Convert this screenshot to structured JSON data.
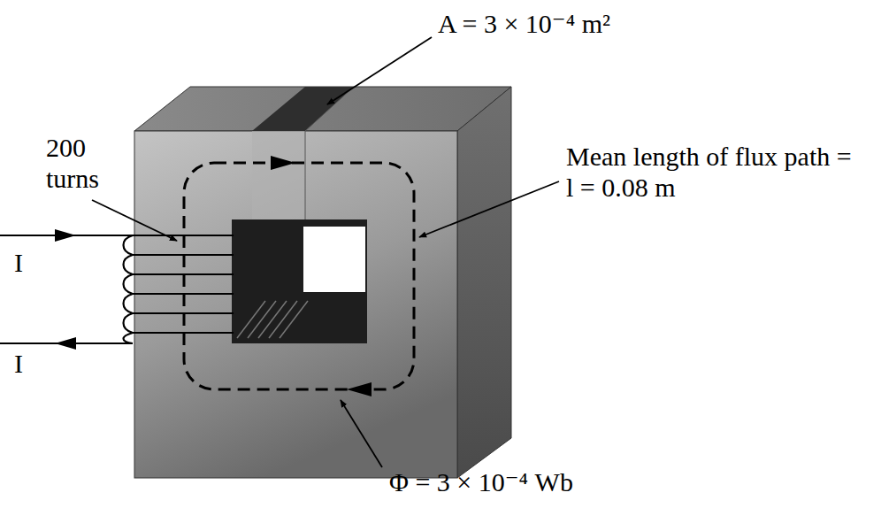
{
  "diagram": {
    "labels": [
      "A = 3 × 10⁻⁴ m²",
      "200 turns",
      "Mean length of flux path = l = 0.08 m",
      "I",
      "I",
      "Φ = 3 × 10⁻⁴ Wb"
    ]
  }
}
